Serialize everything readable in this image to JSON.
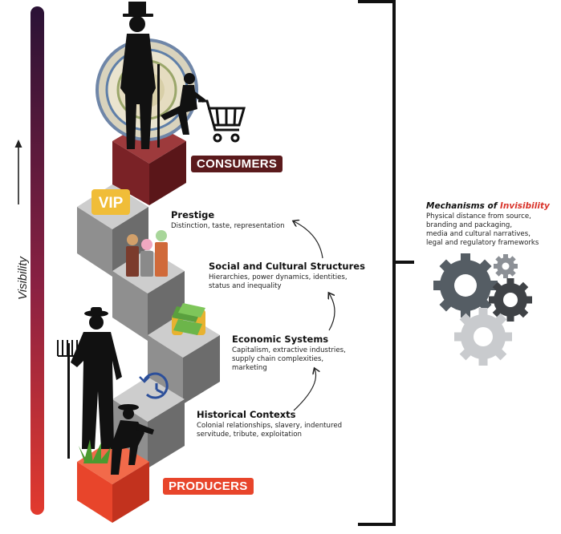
{
  "visibility_axis": {
    "label": "Visibility"
  },
  "levels": {
    "consumers": "CONSUMERS",
    "producers": "PRODUCERS"
  },
  "steps": [
    {
      "title": "Prestige",
      "description": "Distinction, taste, representation"
    },
    {
      "title": "Social and Cultural Structures",
      "description": "Hierarchies, power dynamics, identities,\nstatus and inequality"
    },
    {
      "title": "Economic Systems",
      "description": "Capitalism, extractive industries,\nsupply chain complexities,\nmarketing"
    },
    {
      "title": "Historical Contexts",
      "description": "Colonial relationships, slavery, indentured\nservitude, tribute, exploitation"
    }
  ],
  "vip_badge": "VIP",
  "mechanisms": {
    "title_prefix": "Mechanisms of ",
    "title_accent": "Invisibility",
    "description": "Physical distance from source,\nbranding and packaging,\nmedia and cultural narratives,\nlegal and regulatory frameworks"
  },
  "colors": {
    "gradient_top": "#2a1235",
    "gradient_bottom": "#e23a2e",
    "consumer_box": "#7a2226",
    "producer_box": "#e8452b",
    "step_gray": "#a7a7a7",
    "accent_red": "#d9342b"
  }
}
